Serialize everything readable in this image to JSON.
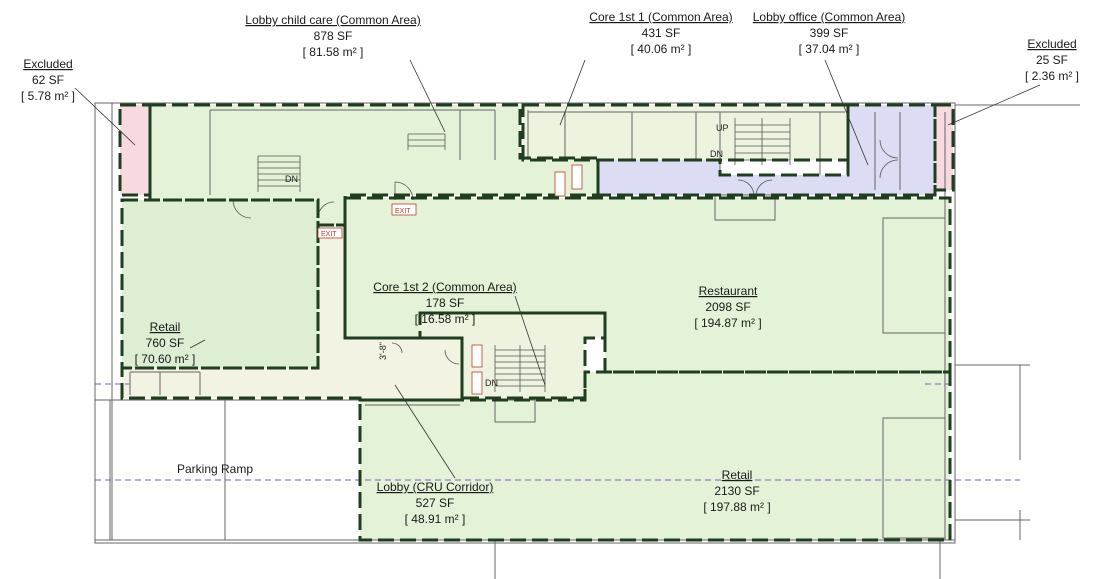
{
  "colors": {
    "green_area": "#e4f2d8",
    "green_area_alt": "#ddeed2",
    "purple_area": "#dcdcf5",
    "pink_area": "#f7d9df",
    "cream_area": "#f2f3e3",
    "boundary": "#1f3d1f",
    "wall": "#555555",
    "exit_red": "#c0392b",
    "dash_purple": "#8a52c8"
  },
  "rooms": [
    {
      "id": "excluded-left",
      "name": "Excluded",
      "area_sf": "62 SF",
      "area_m2": "[ 5.78 m² ]"
    },
    {
      "id": "lobby-child-care",
      "name": "Lobby child care (Common Area)",
      "area_sf": "878 SF",
      "area_m2": "[ 81.58 m² ]"
    },
    {
      "id": "core-1st-1",
      "name": "Core 1st 1 (Common Area)",
      "area_sf": "431 SF",
      "area_m2": "[ 40.06 m² ]"
    },
    {
      "id": "lobby-office",
      "name": "Lobby office (Common Area)",
      "area_sf": "399 SF",
      "area_m2": "[ 37.04 m² ]"
    },
    {
      "id": "excluded-right",
      "name": "Excluded",
      "area_sf": "25 SF",
      "area_m2": "[ 2.36 m² ]"
    },
    {
      "id": "core-1st-2",
      "name": "Core 1st 2 (Common Area)",
      "area_sf": "178 SF",
      "area_m2": "[ 16.58 m² ]"
    },
    {
      "id": "restaurant",
      "name": "Restaurant",
      "area_sf": "2098 SF",
      "area_m2": "[ 194.87 m² ]"
    },
    {
      "id": "retail-left",
      "name": "Retail",
      "area_sf": "760 SF",
      "area_m2": "[ 70.60 m² ]"
    },
    {
      "id": "lobby-cru",
      "name": "Lobby (CRU Corridor)",
      "area_sf": "527 SF",
      "area_m2": "[ 48.91 m² ]"
    },
    {
      "id": "retail-right",
      "name": "Retail",
      "area_sf": "2130 SF",
      "area_m2": "[ 197.88 m² ]"
    }
  ],
  "labels": {
    "parking": "Parking Ramp",
    "exit": "EXIT",
    "up": "UP",
    "dn": "DN",
    "step": "3'-8\""
  }
}
